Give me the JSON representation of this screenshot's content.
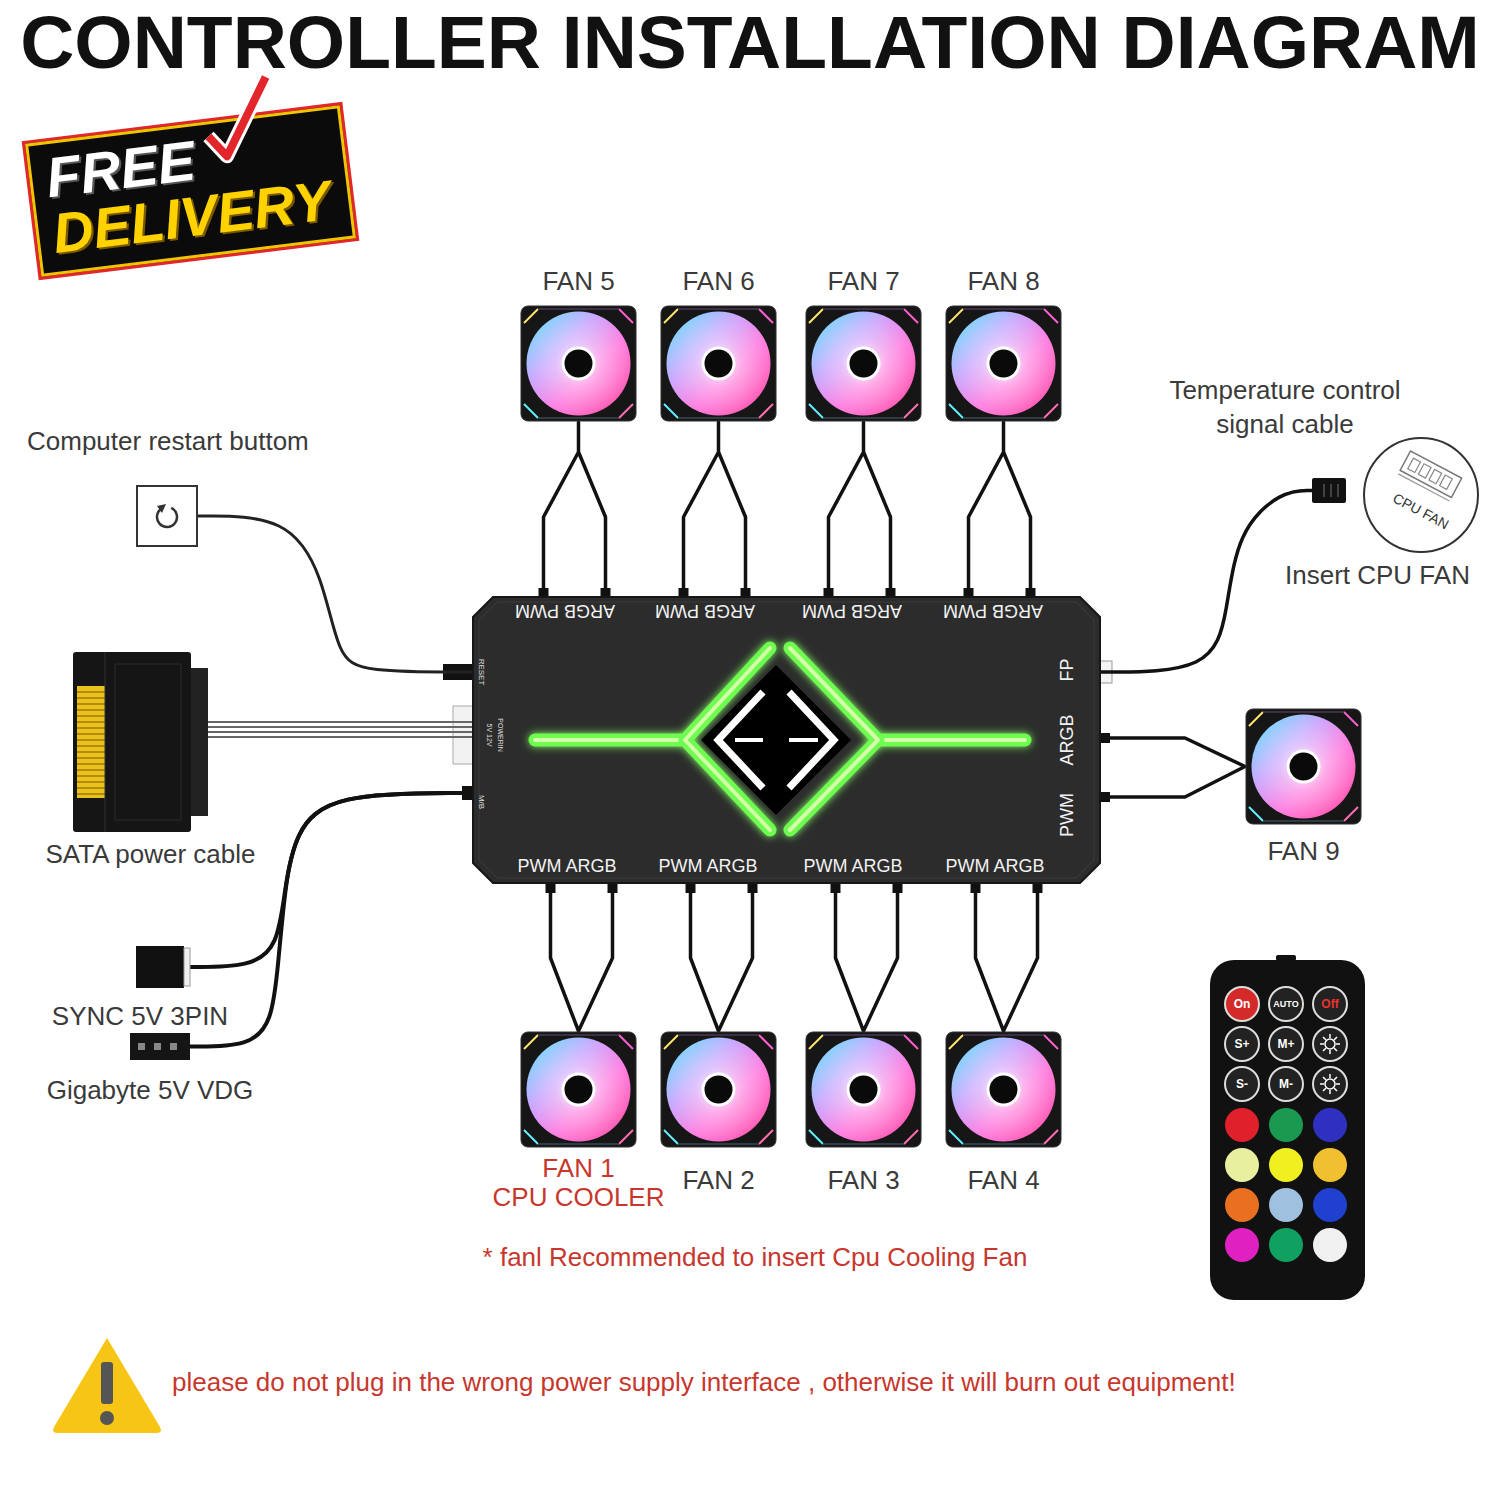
{
  "diagram": {
    "title": "CONTROLLER INSTALLATION DIAGRAM",
    "nodes": [
      {
        "text": [
          "FREE",
          "DELIVERY"
        ]
      },
      {
        "text": [
          "FAN 5"
        ]
      },
      {
        "text": [
          "FAN 6"
        ]
      },
      {
        "text": [
          "FAN 7"
        ]
      },
      {
        "text": [
          "FAN 8"
        ]
      },
      {
        "text": [
          "Temperature control signal cable"
        ]
      },
      {
        "text": [
          "CPU FAN"
        ]
      },
      {
        "text": [
          "Computer restart buttom"
        ]
      },
      {
        "text": [
          "ARGB PWM",
          "ARGB PWM",
          "ARGB PWM",
          "ARGB PWM",
          "FP",
          "ARGB",
          "PWM",
          "PWM ARGB",
          "PWM ARGB",
          "PWM ARGB",
          "PWM ARGB",
          "RESET",
          "POWERIN",
          "5V 12V",
          "M/B"
        ]
      },
      {
        "text": [
          "SATA power cable"
        ]
      },
      {
        "text": [
          "FAN 9"
        ]
      },
      {
        "text": [
          "SYNC 5V 3PIN"
        ]
      },
      {
        "text": [
          "Gigabyte 5V VDG"
        ]
      },
      {
        "text": [
          "FAN 1 CPU COOLER"
        ]
      },
      {
        "text": [
          "FAN 2"
        ]
      },
      {
        "text": [
          "FAN 3"
        ]
      },
      {
        "text": [
          "FAN 4"
        ]
      }
    ],
    "edges": [
      {
        "from": 1,
        "to": 8,
        "arrow": "none"
      },
      {
        "from": 2,
        "to": 8,
        "arrow": "none"
      },
      {
        "from": 3,
        "to": 8,
        "arrow": "none"
      },
      {
        "from": 4,
        "to": 8,
        "arrow": "none"
      },
      {
        "from": 5,
        "to": 8,
        "arrow": "none"
      },
      {
        "from": 7,
        "to": 8,
        "arrow": "none"
      },
      {
        "from": 9,
        "to": 8,
        "arrow": "none"
      },
      {
        "from": 10,
        "to": 8,
        "arrow": "none"
      },
      {
        "from": 11,
        "to": 8,
        "arrow": "none"
      },
      {
        "from": 12,
        "to": 8,
        "arrow": "none"
      },
      {
        "from": 13,
        "to": 8,
        "arrow": "none"
      },
      {
        "from": 14,
        "to": 8,
        "arrow": "none"
      },
      {
        "from": 15,
        "to": 8,
        "arrow": "none"
      },
      {
        "from": 16,
        "to": 8,
        "arrow": "none"
      }
    ],
    "labels": [
      "Insert CPU FAN",
      "On",
      "AUTO",
      "Off",
      "S+",
      "M+",
      "S-",
      "M-",
      "* fanl Recommended to insert Cpu Cooling Fan",
      "please do not plug in the wrong power supply interface , otherwise it will burn out equipment!"
    ]
  }
}
